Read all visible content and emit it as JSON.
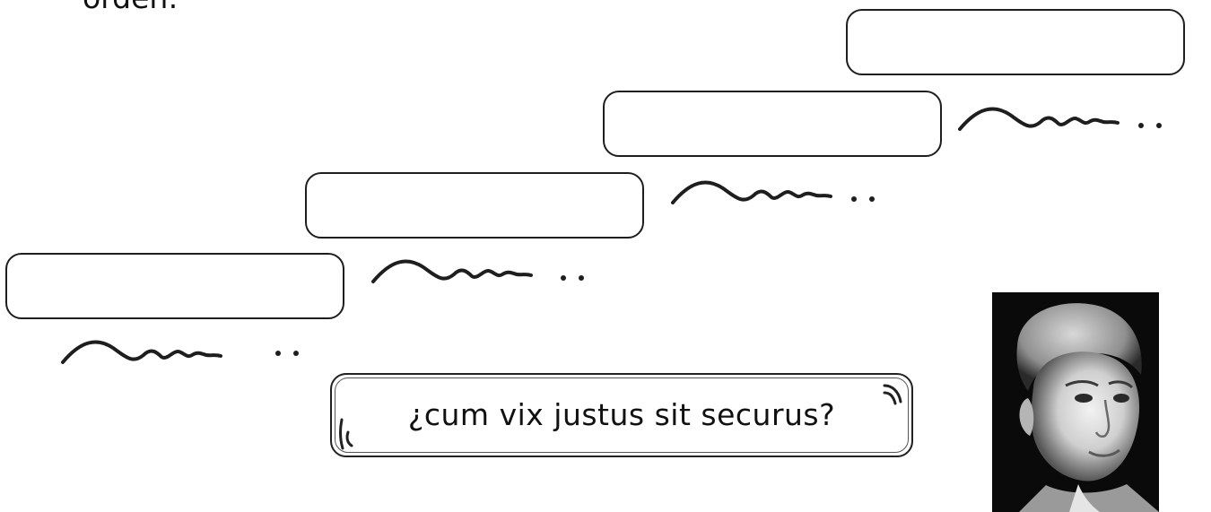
{
  "instruction": {
    "text": "orden:"
  },
  "answer_boxes": [
    {
      "value": ""
    },
    {
      "value": ""
    },
    {
      "value": ""
    },
    {
      "value": ""
    }
  ],
  "quote": {
    "text": "¿cum vix justus sit securus?"
  },
  "colors": {
    "stroke": "#1e1e1e",
    "background": "#ffffff",
    "portrait_background": "#0a0a0a"
  },
  "icons": [
    "squiggle-icon",
    "open-quote-icon",
    "close-quote-icon",
    "portrait-image"
  ]
}
